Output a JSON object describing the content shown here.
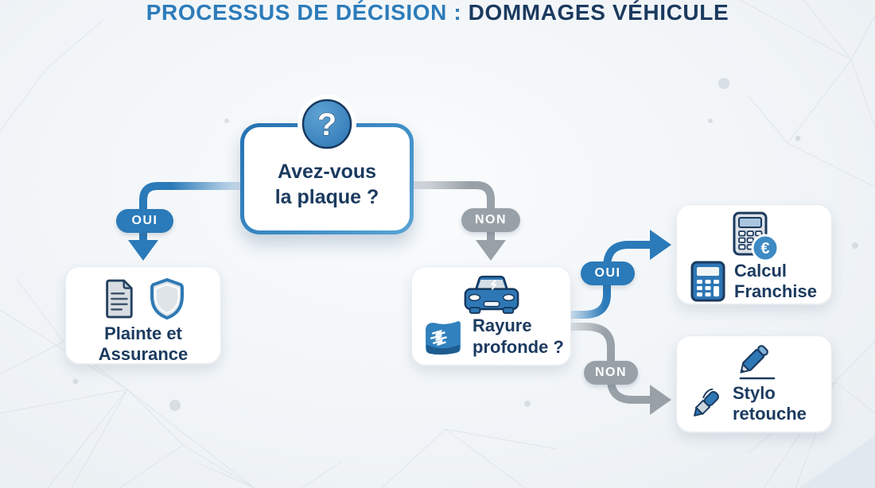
{
  "title": {
    "prefix": "PROCESSUS DE DÉCISION : ",
    "suffix": "DOMMAGES VÉHICULE"
  },
  "root": {
    "icon_glyph": "?",
    "question": "Avez-vous\nla plaque ?"
  },
  "branches": {
    "plaque_yes": "OUI",
    "plaque_no": "NON",
    "rayure_yes": "OUI",
    "rayure_no": "NON"
  },
  "nodes": {
    "plainte": {
      "label": "Plainte et\nAssurance"
    },
    "rayure": {
      "label": "Rayure\nprofonde ?"
    },
    "calcul": {
      "label": "Calcul\nFranchise",
      "euro_glyph": "€"
    },
    "stylo": {
      "label": "Stylo\nretouche"
    }
  },
  "colors": {
    "accent_blue": "#2b7ab9",
    "branch_gray": "#99a1a8",
    "text_navy": "#1b3a5f",
    "title_blue": "#2d7cba",
    "background": "#f1f5f8"
  }
}
